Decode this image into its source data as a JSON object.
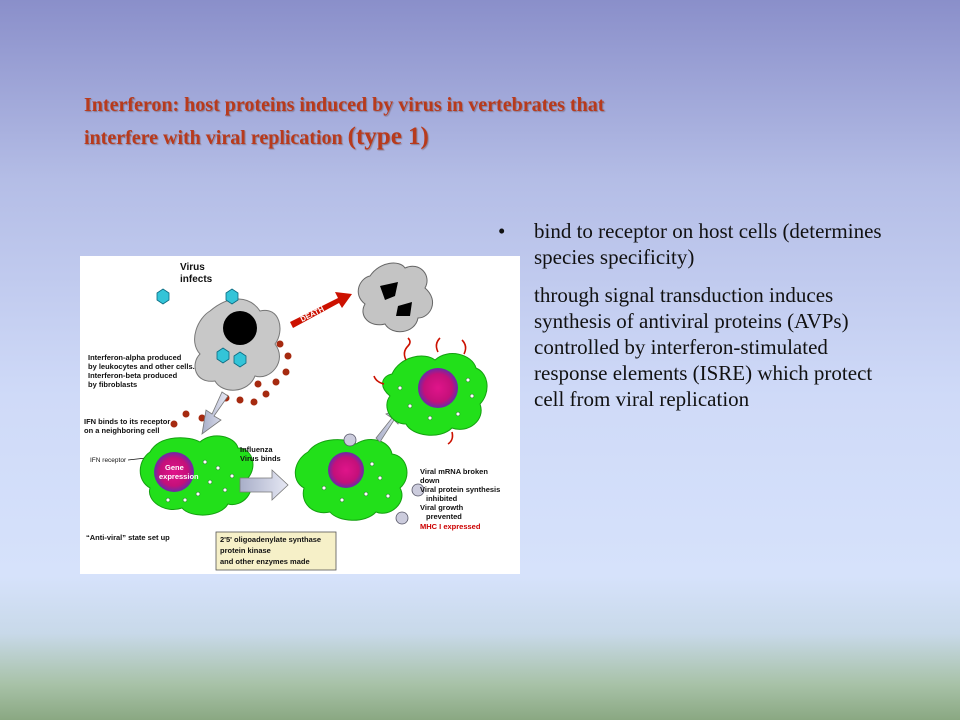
{
  "slide": {
    "title_line1": "Interferon: host proteins induced by virus in vertebrates that",
    "title_line2": "interfere with viral replication ",
    "title_emph": "(type 1)",
    "bullet_char": "•",
    "bullet1": "bind to receptor on host cells (determines species specificity)",
    "bullet2": "through signal transduction induces synthesis of antiviral proteins (AVPs) controlled by interferon-stimulated response elements (ISRE) which protect cell from viral replication"
  },
  "diagram": {
    "virus_line1": "Virus",
    "virus_line2": "infects",
    "death": "DEATH",
    "ifn_alpha": [
      "Interferon-alpha produced",
      "by leukocytes and other cells.",
      "Interferon-beta produced",
      "by fibroblasts"
    ],
    "ifn_binds": [
      "IFN binds to its receptor",
      "on a neighboring cell"
    ],
    "ifn_receptor": "IFN receptor",
    "gene_expression": [
      "Gene",
      "expression"
    ],
    "influenza": [
      "Influenza",
      "Virus binds"
    ],
    "viral_effects": [
      "Viral mRNA broken",
      "down",
      "Viral protein synthesis",
      "inhibited",
      "Viral growth",
      "prevented"
    ],
    "mhc": "MHC I expressed",
    "antiviral": "“Anti-viral” state set up",
    "enzymes": [
      "2'5' oligoadenylate synthase",
      "protein kinase",
      "and other enzymes made"
    ],
    "colors": {
      "cell_green": "#22e01a",
      "nucleus_pink": "#e0148a",
      "death_red": "#cc1100",
      "mhc_red": "#cc0000"
    }
  }
}
